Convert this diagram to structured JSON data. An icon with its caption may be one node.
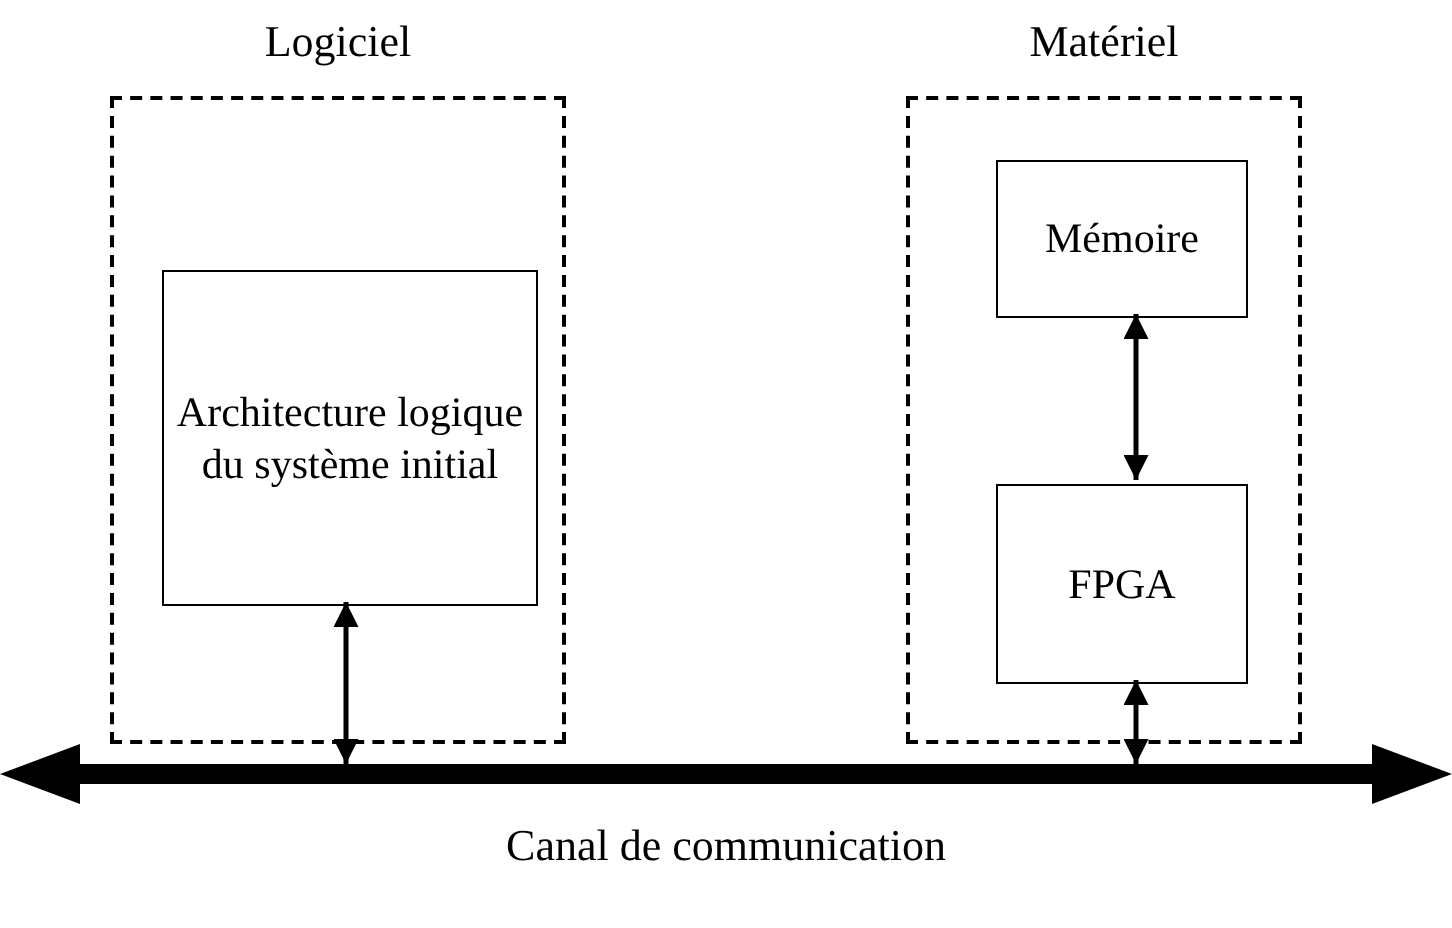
{
  "diagram": {
    "nodes": [
      {
        "text": [
          "Logiciel"
        ]
      },
      {
        "text": [
          "Architecture logique du système initial"
        ],
        "in": 0
      },
      {
        "text": [
          "Matériel"
        ]
      },
      {
        "text": [
          "Mémoire"
        ],
        "in": 2
      },
      {
        "text": [
          "FPGA"
        ],
        "in": 2
      },
      {
        "text": [],
        "shape": "bar",
        "beside": [
          "Canal de communication"
        ]
      }
    ],
    "edges": [
      {
        "from": 1,
        "to": 5,
        "arrow": "both"
      },
      {
        "from": 3,
        "to": 4,
        "arrow": "both"
      },
      {
        "from": 4,
        "to": 5,
        "arrow": "both"
      }
    ]
  }
}
